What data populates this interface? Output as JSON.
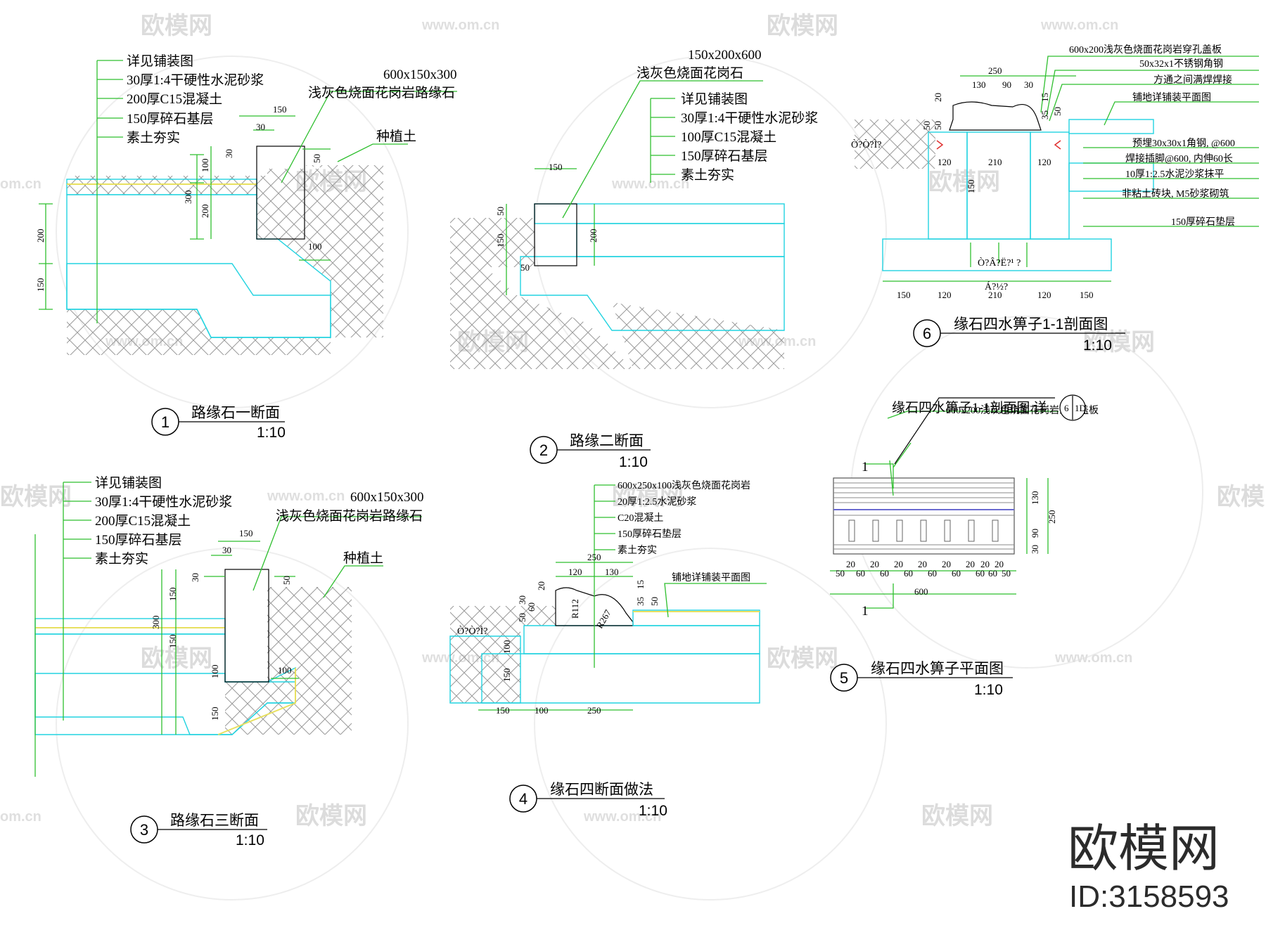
{
  "watermark": {
    "brand_text": "欧模网",
    "url_text": "www.om.cn",
    "url_short": "om.cn"
  },
  "brand": {
    "name": "欧模网",
    "id": "ID:3158593"
  },
  "details": {
    "d1": {
      "number": "1",
      "title": "路缘石一断面",
      "scale": "1:10",
      "notes": [
        "详见铺装图",
        "30厚1:4干硬性水泥砂浆",
        "200厚C15混凝土",
        "150厚碎石基层",
        "素土夯实"
      ],
      "curb_label_size": "600x150x300",
      "curb_label": "浅灰色烧面花岗岩路缘石",
      "soil_label": "种植土",
      "dims": [
        "150",
        "30",
        "30",
        "50",
        "100",
        "300",
        "200",
        "100",
        "200",
        "150"
      ]
    },
    "d2": {
      "number": "2",
      "title": "路缘二断面",
      "scale": "1:10",
      "curb_label_size": "150x200x600",
      "curb_label": "浅灰色烧面花岗石",
      "notes": [
        "详见铺装图",
        "30厚1:4干硬性水泥砂浆",
        "100厚C15混凝土",
        "150厚碎石基层",
        "素土夯实"
      ],
      "dims": [
        "150",
        "50",
        "150",
        "200",
        "50"
      ]
    },
    "d3": {
      "number": "3",
      "title": "路缘石三断面",
      "scale": "1:10",
      "notes": [
        "详见铺装图",
        "30厚1:4干硬性水泥砂浆",
        "200厚C15混凝土",
        "150厚碎石基层",
        "素土夯实"
      ],
      "curb_label_size": "600x150x300",
      "curb_label": "浅灰色烧面花岗岩路缘石",
      "soil_label": "种植土",
      "dims": [
        "150",
        "30",
        "30",
        "50",
        "150",
        "300",
        "150",
        "100",
        "100",
        "150"
      ]
    },
    "d4": {
      "number": "4",
      "title": "缘石四断面做法",
      "scale": "1:10",
      "notes": [
        "600x250x100浅灰色烧面花岗岩",
        "20厚1:2.5水泥砂浆",
        "C20混凝土",
        "150厚碎石垫层",
        "素土夯实"
      ],
      "paving_label": "铺地详铺装平面图",
      "garble": "Ò?Ò?Ì?",
      "dims": [
        "250",
        "120",
        "130",
        "15",
        "35",
        "50",
        "20",
        "60",
        "30",
        "50",
        "100",
        "150",
        "R112",
        "R267",
        "150",
        "100",
        "250"
      ]
    },
    "d5": {
      "number": "5",
      "title": "缘石四水箅子平面图",
      "scale": "1:10",
      "ref_label": "缘石四水箅子1-1剖面图 详",
      "ref_bubble_top": "6",
      "ref_bubble_bottom": "1D",
      "cover_label": "600x200浅灰色烧面花岗岩穿孔盖板",
      "section_mark": "1",
      "dims_bottom": [
        "50",
        "60",
        "60",
        "60",
        "60",
        "60",
        "60",
        "60",
        "50"
      ],
      "dims_top": [
        "20",
        "20",
        "20",
        "20",
        "20",
        "20",
        "20",
        "20"
      ],
      "dim_total": "600",
      "dims_right": [
        "130",
        "90",
        "30"
      ],
      "dim_right_total": "250"
    },
    "d6": {
      "number": "6",
      "title": "缘石四水箅子1-1剖面图",
      "scale": "1:10",
      "notes": [
        "600x200浅灰色烧面花岗岩穿孔盖板",
        "50x32x1不锈钢角钢",
        "方通之间满焊焊接",
        "铺地详铺装平面图",
        "预埋30x30x1角钢, @600",
        "焊接插脚@600, 内伸60长",
        "10厚1:2.5水泥沙浆抹平",
        "非粘土砖块, M5砂浆砌筑",
        "150厚碎石垫层"
      ],
      "garble": "Ò?Ò?Ì?",
      "garble2": "Ò?Â?Ë?¹ ?",
      "garble3": "Á?½?",
      "dims_top": [
        "250",
        "130",
        "90",
        "30"
      ],
      "dims_left": [
        "50",
        "50",
        "20"
      ],
      "dims_right": [
        "15",
        "35",
        "50"
      ],
      "dims_mid": [
        "120",
        "210",
        "120",
        "150"
      ],
      "dims_bottom": [
        "150",
        "120",
        "210",
        "120",
        "150"
      ]
    }
  }
}
